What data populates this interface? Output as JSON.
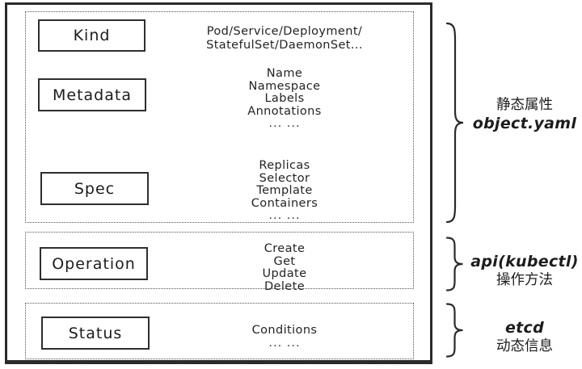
{
  "colors": {
    "ink": "#1f1f1f",
    "border": "#2b2b2b",
    "background": "#ffffff"
  },
  "icons": {
    "brace": "right-curly-brace"
  },
  "sections": [
    {
      "name": "static-attributes",
      "rows": [
        {
          "label": "Kind",
          "values": [
            "Pod/Service/Deployment/",
            "StatefulSet/DaemonSet..."
          ]
        },
        {
          "label": "Metadata",
          "values": [
            "Name",
            "Namespace",
            "Labels",
            "Annotations",
            "... ..."
          ]
        },
        {
          "label": "Spec",
          "values": [
            "Replicas",
            "Selector",
            "Template",
            "Containers",
            "... ..."
          ]
        }
      ],
      "annotation": {
        "plain": "静态属性",
        "emphasis": "object.yaml"
      }
    },
    {
      "name": "operation",
      "rows": [
        {
          "label": "Operation",
          "values": [
            "Create",
            "Get",
            "Update",
            "Delete"
          ]
        }
      ],
      "annotation": {
        "emphasis": "api(kubectl)",
        "plain": "操作方法"
      }
    },
    {
      "name": "status",
      "rows": [
        {
          "label": "Status",
          "values": [
            "Conditions",
            "... ..."
          ]
        }
      ],
      "annotation": {
        "emphasis": "etcd",
        "plain": "动态信息"
      }
    }
  ]
}
